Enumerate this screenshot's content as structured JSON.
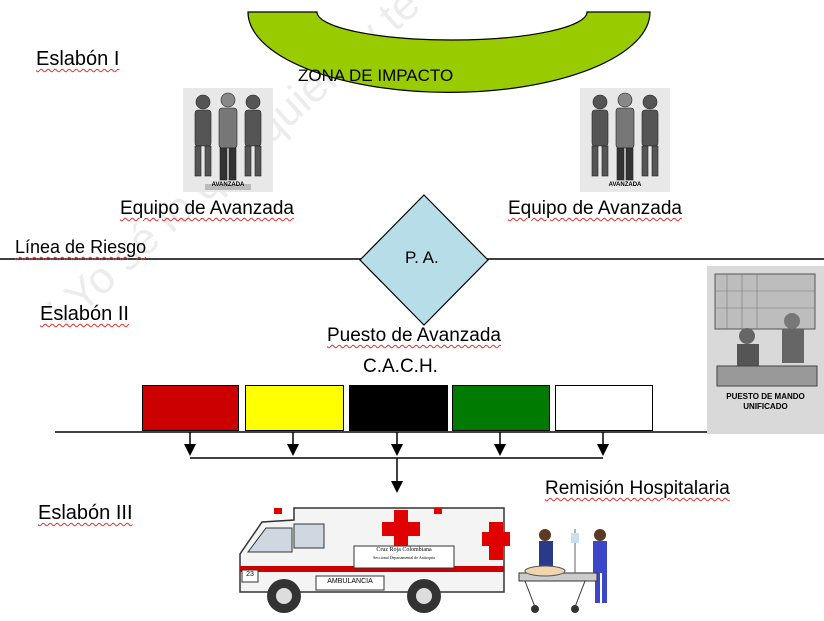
{
  "eslabon_1": "Eslabón I",
  "eslabon_2": "Eslabón II",
  "eslabon_3": "Eslabón III",
  "zona_impacto": "ZONA DE IMPACTO",
  "equipo_izq": "Equipo de Avanzada",
  "equipo_der": "Equipo de Avanzada",
  "avanzada_caption": "AVANZADA",
  "linea_riesgo": "Línea de Riesgo",
  "pa_label": "P. A.",
  "puesto_avanzada": "Puesto de Avanzada",
  "cach": "C.A.C.H.",
  "puesto_mando_1": "PUESTO DE MANDO",
  "puesto_mando_2": "UNIFICADO",
  "remision": "Remisión Hospitalaria",
  "ambulance": {
    "org": "Cruz Roja Colombiana",
    "org_sub": "Seccional Departamental de Antioquia",
    "label": "AMBULANCIA",
    "unit": "23"
  },
  "triage_colors": [
    "#cc0000",
    "#ffff00",
    "#000000",
    "#007a00",
    "#ffffff"
  ],
  "colors": {
    "zone_fill": "#99cc00",
    "diamond_fill": "#b7dde8",
    "cross": "#e00000"
  },
  "watermark": "i Yo sé lo que quiero y te quiero a ti,"
}
